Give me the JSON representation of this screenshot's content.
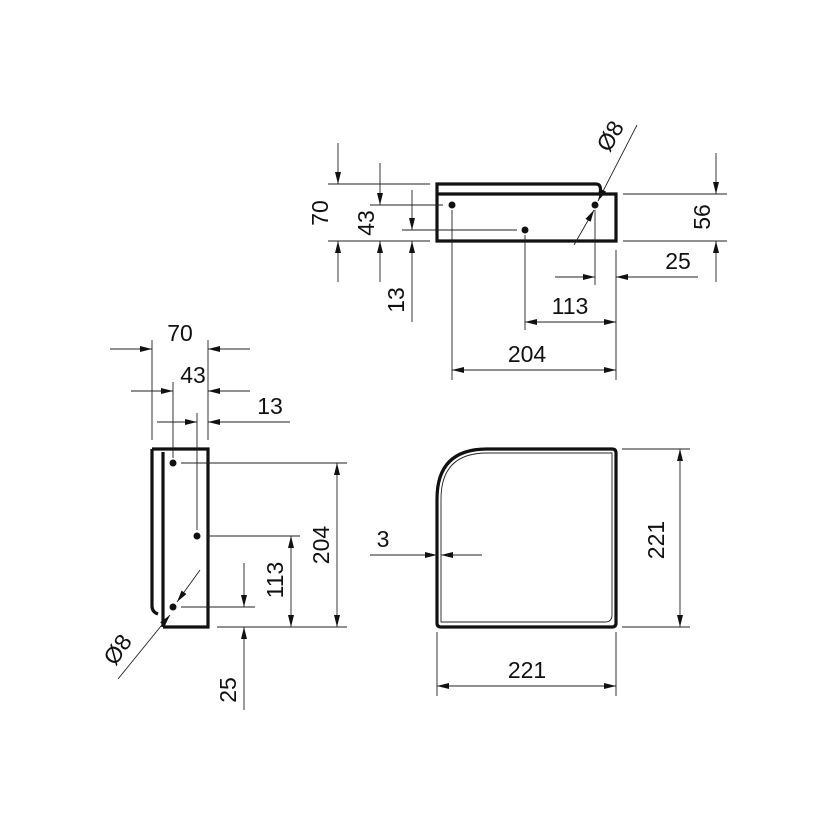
{
  "top_view": {
    "width_70": "70",
    "hole_43": "43",
    "hole_13": "13",
    "depth_56": "56",
    "edge_25": "25",
    "hole_113": "113",
    "hole_204": "204",
    "diameter": "Ø8"
  },
  "side_view": {
    "width_70": "70",
    "hole_43": "43",
    "hole_13": "13",
    "hole_204": "204",
    "hole_113": "113",
    "edge_25": "25",
    "diameter": "Ø8"
  },
  "front_view": {
    "height_221": "221",
    "width_221": "221",
    "thickness_3": "3"
  }
}
